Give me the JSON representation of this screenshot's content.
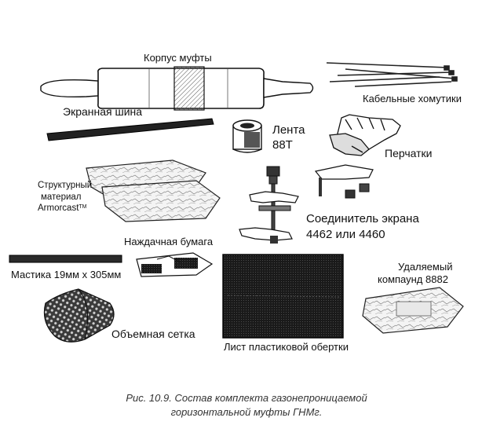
{
  "labels": {
    "splice_body": "Корпус муфты",
    "screen_bus": "Экранная шина",
    "cable_ties": "Кабельные хомутики",
    "tape_line1": "Лента",
    "tape_line2": "88T",
    "gloves": "Перчатки",
    "armorcast_line1": "Структурный",
    "armorcast_line2": "материал",
    "armorcast_line3": "Armorcast",
    "armorcast_tm": "TM",
    "connector_line1": "Соединитель экрана",
    "connector_line2": "4462 или 4460",
    "sandpaper": "Наждачная бумага",
    "mastic": "Мастика 19мм x 305мм",
    "compound_line1": "Удаляемый",
    "compound_line2": "компаунд 8882",
    "mesh": "Объемная сетка",
    "plastic_sheet": "Лист пластиковой обертки"
  },
  "caption": {
    "line1": "Рис. 10.9. Состав комплекта газонепроницаемой",
    "line2": "горизонтальной муфты ГНМг."
  },
  "icons": [
    "splice-body-icon",
    "cable-ties-icon",
    "screen-bus-icon",
    "tape-roll-icon",
    "gloves-icon",
    "armorcast-sheets-icon",
    "screen-connector-icon",
    "sandpaper-icon",
    "mastic-strip-icon",
    "mesh-icon",
    "plastic-sheet-icon",
    "compound-pack-icon"
  ]
}
